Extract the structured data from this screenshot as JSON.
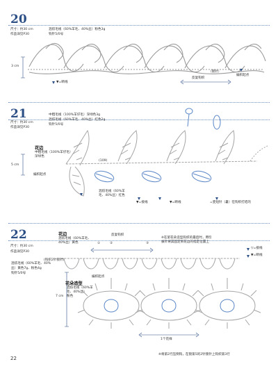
{
  "pattern_20": {
    "number": "20",
    "size": "尺寸：约30 cm",
    "method_ref": "作品详见P30",
    "yarn": [
      "混纺毛线（60%羊毛、40%丝）粉色3g",
      "钩针5/0号"
    ],
    "height_label": "3 cm",
    "cut_label": "▼=断线",
    "repeat_label": "反复钩织",
    "sc_label": "（锁针）",
    "start_label": "编织起点"
  },
  "pattern_21": {
    "number": "21",
    "size": "尺寸：约30 cm",
    "method_ref": "作品详见P30",
    "yarn": [
      "中粗毛线（100%羊仔毛）深绿色3g",
      "混纺毛线（60%羊毛、40%丝）红色2g",
      "钩针5/0号"
    ],
    "edge_title": "花边",
    "edge_yarn": [
      "中粗毛线（100%羊仔毛）",
      "深绿色"
    ],
    "height_label": "5 cm",
    "start_label": "编织起点",
    "chain_count": "(109)",
    "red_yarn": [
      "混纺毛线（60%羊",
      "毛、40%丝）红色"
    ],
    "cut_a": "▼=接线",
    "cut_b": "▼=断线",
    "special_stitch": "=变短针（暑）在钩织打结的"
  },
  "pattern_22": {
    "number": "22",
    "size": "尺寸：约30 cm",
    "method_ref": "作品详见P30",
    "yarn": [
      "混纺毛线（60%羊毛、40%",
      "丝）黄色7g、粉色4g",
      "钩针5/0号"
    ],
    "edge_title": "花边",
    "edge_yarn": [
      "混纺毛线（60%羊毛、",
      "40%丝）黄色"
    ],
    "repeat_label": "反复钩织",
    "marker_1": "①",
    "marker_2": "②",
    "marker_3": "③",
    "note": [
      "※在第花朵造型钩织的最后时，用引",
      "拔针将其固定到花边的指定位置上"
    ],
    "join_label": "(钩织2针锁针)",
    "cut_a": "▽=接线",
    "cut_b": "▼=断线",
    "height_label": "7 cm",
    "start_label": "编织起点",
    "flower_title": "花朵造型",
    "flower_yarn": [
      "混纺毛线（60%羊",
      "毛、40%丝）",
      "粉色"
    ],
    "one_flower": "1个花样",
    "footnote": "※将第2行压倒钩，在锁第5的2针锁针上钩织第3行"
  },
  "page_number": "22",
  "colors": {
    "accent": "#2c4f86",
    "line": "#6d8fc4",
    "stitch": "#a5a5a5",
    "red_leaf": "#5a86c6"
  }
}
